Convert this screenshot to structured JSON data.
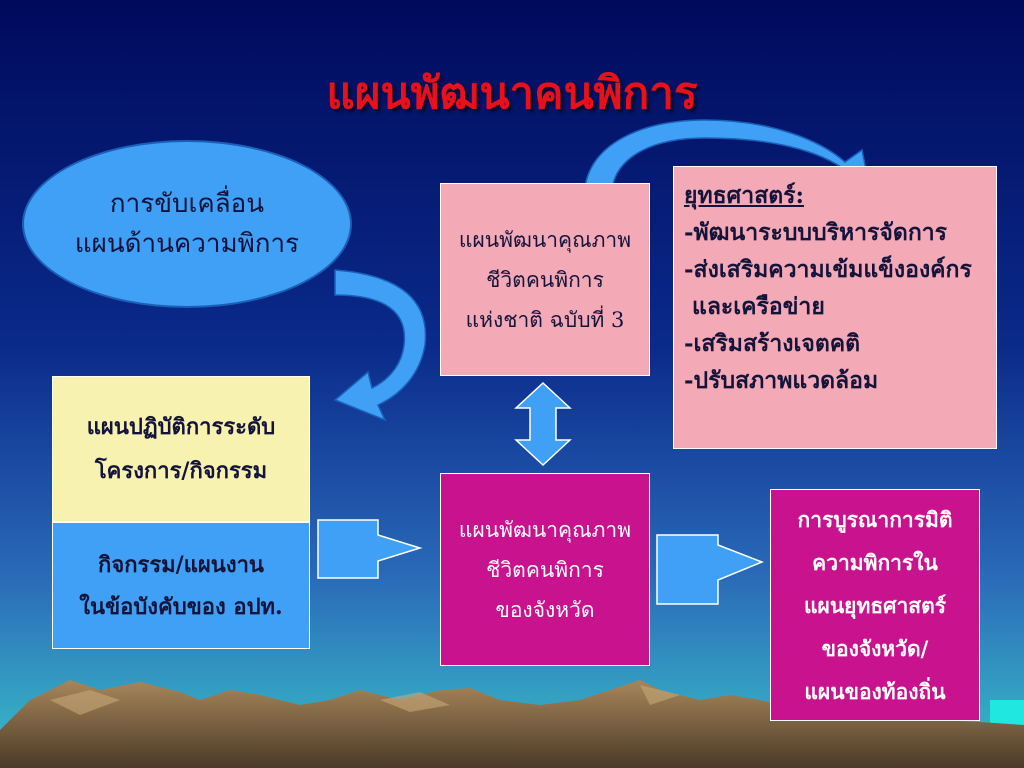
{
  "title": "แผนพัฒนาคนพิการ",
  "oval": {
    "lines": [
      "การขับเคลื่อน",
      "แผนด้านความพิการ"
    ]
  },
  "national_plan": {
    "lines": [
      "แผนพัฒนาคุณภาพ",
      "ชีวิตคนพิการ",
      "แห่งชาติ ฉบับที่ 3"
    ]
  },
  "strategy": {
    "heading": "ยุทธศาสตร์:",
    "items": [
      "-พัฒนาระบบบริหารจัดการ",
      "-ส่งเสริมความเข้มแข็งองค์กร",
      " และเครือข่าย",
      "-เสริมสร้างเจตคติ",
      "-ปรับสภาพแวดล้อม"
    ]
  },
  "action_plan": {
    "lines": [
      "แผนปฏิบัติการระดับ",
      "โครงการ/กิจกรรม"
    ]
  },
  "activities": {
    "lines": [
      "กิจกรรม/แผนงาน",
      "ในข้อบังคับของ อปท."
    ]
  },
  "provincial_plan": {
    "lines": [
      "แผนพัฒนาคุณภาพ",
      "ชีวิตคนพิการ",
      "ของจังหวัด"
    ]
  },
  "integration": {
    "lines": [
      "การบูรณาการมิติ",
      "ความพิการใน",
      "แผนยุทธศาสตร์",
      "ของจังหวัด/",
      "แผนของท้องถิ่น"
    ]
  },
  "colors": {
    "title": "#e8101a",
    "arrow": "#3fa0f5",
    "pink": "#f4a9b6",
    "magenta": "#c8128e",
    "yellow": "#f7f2b0"
  }
}
